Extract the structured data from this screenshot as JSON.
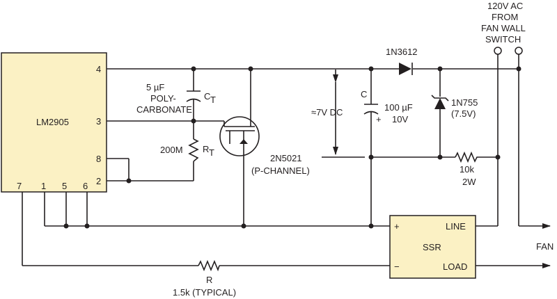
{
  "colors": {
    "ic_fill": "#fbf1c4",
    "line": "#231f20",
    "background": "#ffffff"
  },
  "ic": {
    "name": "LM2905",
    "pins": {
      "p4": "4",
      "p3": "3",
      "p8": "8",
      "p2": "2",
      "p7": "7",
      "p1": "1",
      "p5": "5",
      "p6": "6"
    }
  },
  "ssr": {
    "name": "SSR",
    "plus": "+",
    "minus": "−",
    "line": "LINE",
    "load": "LOAD"
  },
  "ac_source": {
    "line1": "120V AC",
    "line2": "FROM",
    "line3": "FAN WALL",
    "line4": "SWITCH"
  },
  "fan_label": "FAN",
  "timing_cap": {
    "value_line1": "5 µF",
    "value_line2": "POLY-",
    "value_line3": "CARBONATE",
    "ref": "C",
    "ref_sub": "T"
  },
  "timing_res": {
    "value": "200M",
    "ref": "R",
    "ref_sub": "T"
  },
  "mosfet": {
    "part": "2N5021",
    "desc": "(P-CHANNEL)"
  },
  "supply_label": "≈7V DC",
  "filter_cap": {
    "ref": "C",
    "value": "100 µF",
    "voltage": "10V",
    "polarity": "+"
  },
  "diode": {
    "part": "1N3612"
  },
  "zener": {
    "part": "1N755",
    "rating": "(7.5V)"
  },
  "dropping_res": {
    "value": "10k",
    "power": "2W"
  },
  "series_res": {
    "ref": "R",
    "value": "1.5k (TYPICAL)"
  }
}
